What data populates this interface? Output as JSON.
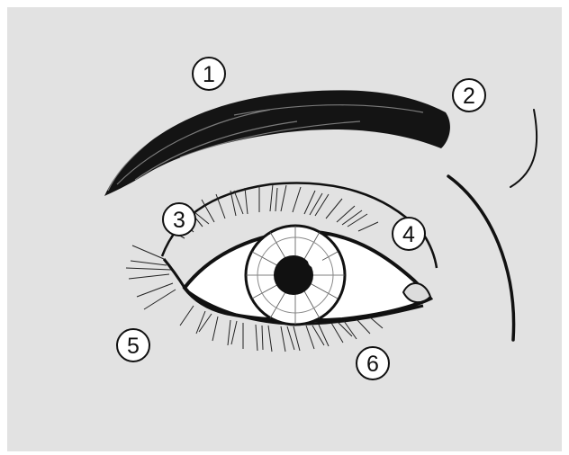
{
  "diagram": {
    "callouts": [
      {
        "id": "1",
        "label": "1"
      },
      {
        "id": "2",
        "label": "2"
      },
      {
        "id": "3",
        "label": "3"
      },
      {
        "id": "4",
        "label": "4"
      },
      {
        "id": "5",
        "label": "5"
      },
      {
        "id": "6",
        "label": "6"
      }
    ],
    "colors": {
      "background": "#e2e2e2",
      "ink": "#111111",
      "sclera": "#ffffff",
      "callout_fill": "#ffffff"
    }
  }
}
